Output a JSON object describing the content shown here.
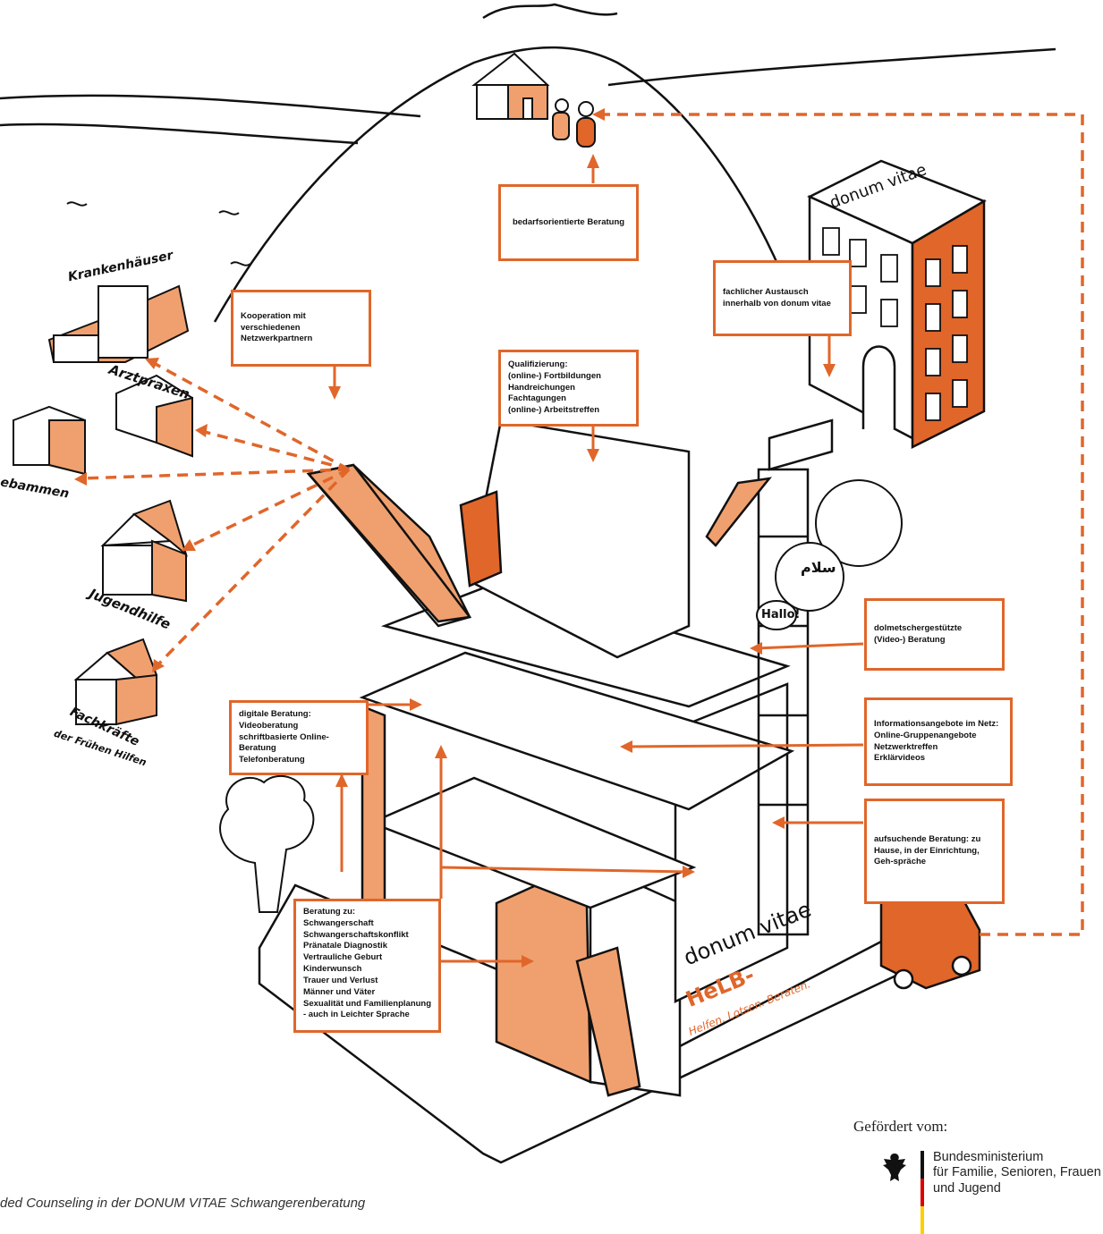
{
  "boxes": {
    "bedarf": "bedarfsorientierte Beratung",
    "austausch": [
      "fachlicher Austausch",
      "innerhalb von donum vitae"
    ],
    "kooperation": [
      "Kooperation mit",
      "verschiedenen",
      "Netzwerkpartnern"
    ],
    "qualifizierung": [
      "Qualifizierung:",
      "(online-) Fortbildungen",
      "Handreichungen",
      "Fachtagungen",
      "(online-) Arbeitstreffen"
    ],
    "dolmetsch": [
      "dolmetschergestützte",
      "(Video-) Beratung"
    ],
    "informationsangebote": [
      "Informationsangebote im Netz:",
      "Online-Gruppenangebote",
      "Netzwerktreffen",
      "Erklärvideos"
    ],
    "aufsuchend": [
      "aufsuchende Beratung: zu",
      "Hause, in der Einrichtung,",
      "Geh-spräche"
    ],
    "digital": [
      "digitale Beratung:",
      "Videoberatung",
      "schriftbasierte Online-",
      "Beratung",
      "Telefonberatung"
    ],
    "beratung": [
      "Beratung zu:",
      "Schwangerschaft",
      "Schwangerschaftskonflikt",
      "Pränatale Diagnostik",
      "Vertrauliche Geburt",
      "Kinderwunsch",
      "Trauer und Verlust",
      "Männer und Väter",
      "Sexualität und Familienplanung",
      "- auch in Leichter Sprache"
    ]
  },
  "places": {
    "krankenhaeuser": "Krankenhäuser",
    "arztpraxen": "Arztpraxen",
    "hebammen": "ebammen",
    "jugendhilfe": "Jugendhilfe",
    "fachkraefte_1": "Fachkräfte",
    "fachkraefte_2": "der Frühen Hilfen"
  },
  "speech": {
    "hallo": "Hallo!",
    "salam": "سلام"
  },
  "brand": {
    "top_building": "donum vitae",
    "main_building_name": "donum vitae",
    "helb": "HeLB-",
    "helb_slogan": "Helfen. Lotsen. Beraten."
  },
  "caption": "ded Counseling in der DONUM VITAE Schwangerenberatung",
  "funding": {
    "title": "Gefördert vom:",
    "ministry": [
      "Bundesministerium",
      "für Familie, Senioren, Frauen",
      "und Jugend"
    ]
  },
  "colors": {
    "accent": "#e0662a",
    "ink": "#111111",
    "fill_light": "#f0a06e"
  }
}
